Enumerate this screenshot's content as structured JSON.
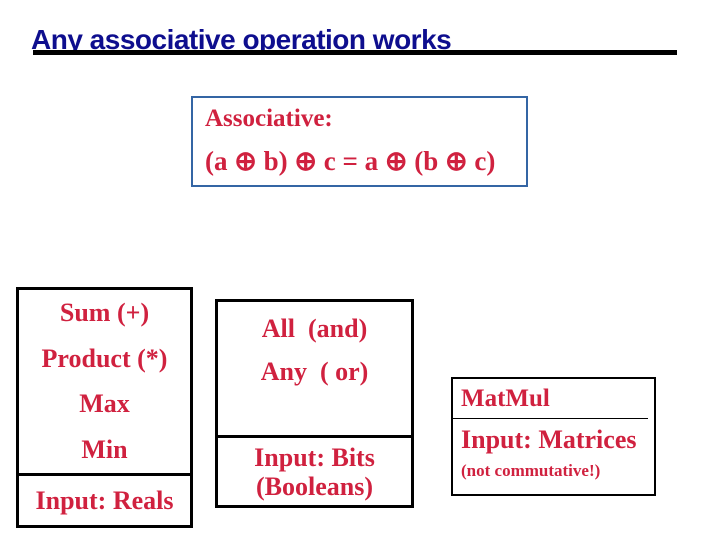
{
  "colors": {
    "title_text": "#0E0E8E",
    "accent_red": "#D0213F",
    "assoc_border": "#3465A4",
    "box_border": "#000000",
    "underline": "#000000",
    "background": "#FFFFFF"
  },
  "title": {
    "text": "Any associative operation works"
  },
  "associative": {
    "heading": "Associative:",
    "formula": "(a ⊕ b) ⊕ c = a ⊕ (b ⊕ c)"
  },
  "boxes": {
    "reals": {
      "operations": [
        "Sum (+)",
        "Product (*)",
        "Max",
        "Min"
      ],
      "input_lines": [
        "Input: Reals"
      ]
    },
    "bits": {
      "operations": [
        "All  (and)",
        "Any  ( or)"
      ],
      "input_lines": [
        "Input: Bits",
        "(Booleans)"
      ]
    },
    "matrices": {
      "operation": "MatMul",
      "input": "Input: Matrices",
      "note": "(not commutative!)"
    }
  }
}
